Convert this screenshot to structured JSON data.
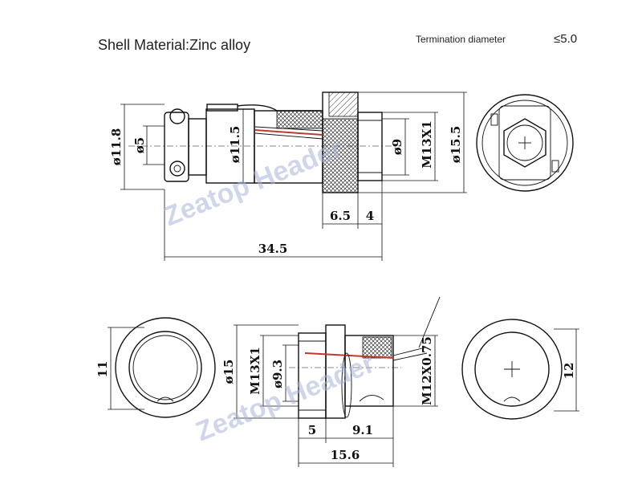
{
  "header": {
    "title": "Shell  Material:Zinc alloy",
    "termination_label": "Termination diameter",
    "termination_value": "≤5.0"
  },
  "watermark": "Zeatop Header",
  "colors": {
    "line": "#111111",
    "wire_red": "#c0392b",
    "watermark": "#aab6d8"
  },
  "top_view": {
    "dims": {
      "d_left": "ø11.8",
      "d_pin": "ø5",
      "d_body": "ø11.5",
      "d_inner": "ø9",
      "thread": "M13X1",
      "d_outer": "ø15.5",
      "len_a": "6.5",
      "len_b": "4",
      "total": "34.5"
    }
  },
  "bottom_view": {
    "dims": {
      "left_circle": "11",
      "d_flange": "ø15",
      "thread": "M13X1",
      "d_inner": "ø9.3",
      "thread_small": "M12X0.75",
      "len_a": "5",
      "len_b": "9.1",
      "total": "15.6",
      "right_circle": "12"
    }
  }
}
